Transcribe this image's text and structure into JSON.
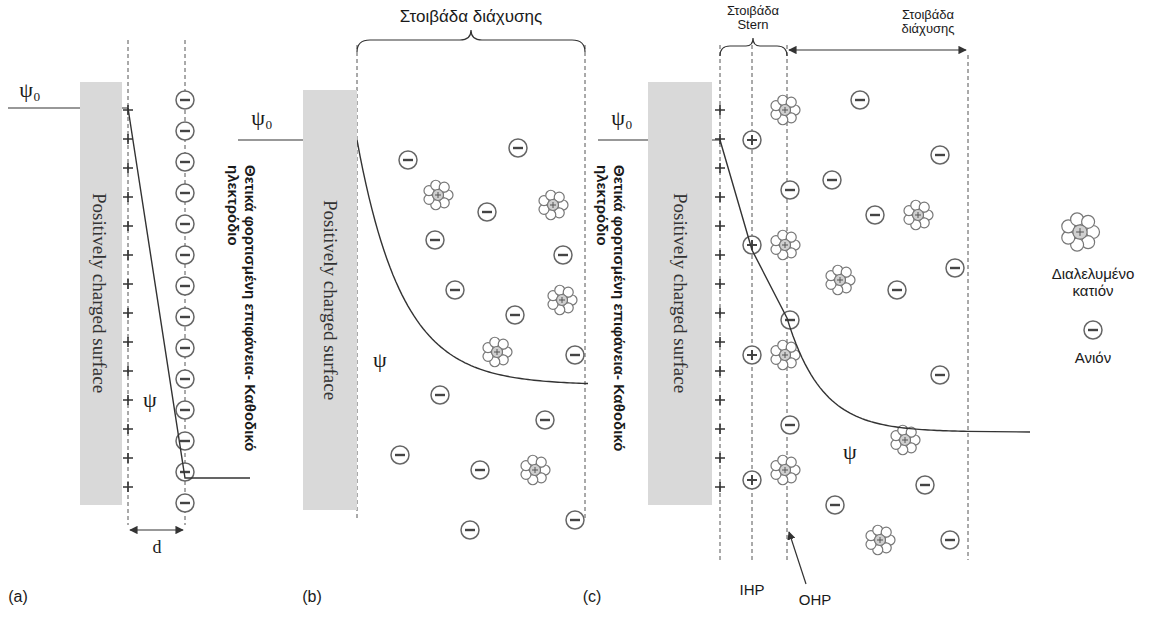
{
  "diagram": {
    "nodes": [
      {
        "text": [
          "Positively charged surface"
        ]
      },
      {
        "text": [
          "Positively charged surface"
        ]
      },
      {
        "text": [
          "Positively charged surface"
        ]
      }
    ],
    "labels": [
      "ψ₀",
      "ψ",
      "d",
      "(a)",
      "Στοιβάδα διάχυσης",
      "ψ₀",
      "ψ",
      "(b)",
      "Θετικά φορτισμένη επιφάνεια- Καθοδικό ηλεκτρόδιο",
      "Στοιβάδα Stern",
      "Στοιβάδα διάχυσης",
      "ψ₀",
      "ψ",
      "IHP",
      "OHP",
      "(c)",
      "Θετικά φορτισμένη επιφάνεια- Καθοδικό ηλεκτρόδιο"
    ],
    "legend": [
      {
        "text": "Διαλελυμένο κατιόν"
      },
      {
        "text": "Ανιόν"
      }
    ]
  }
}
